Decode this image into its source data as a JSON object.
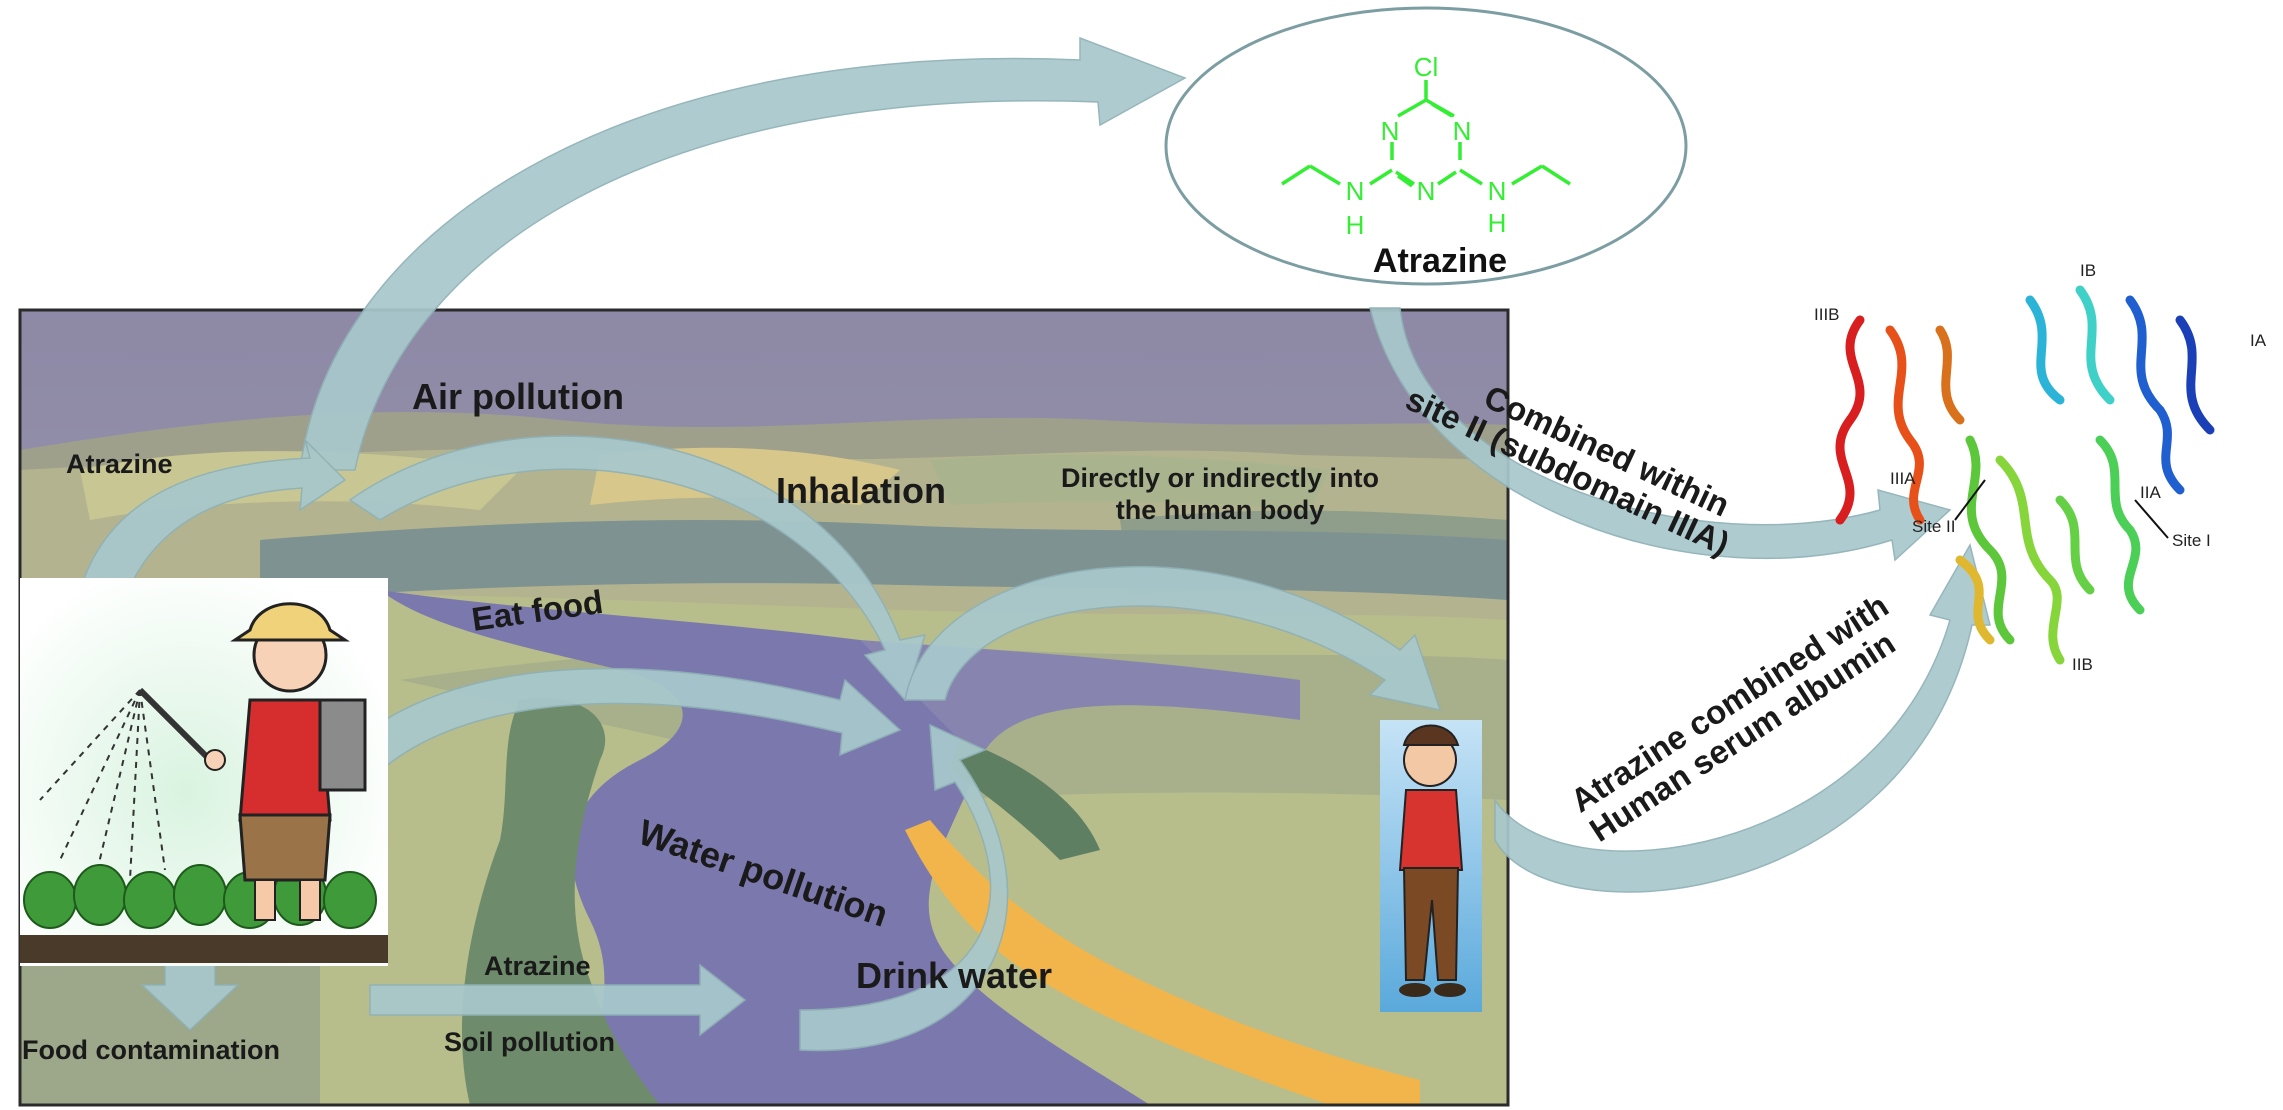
{
  "colors": {
    "sky": "#8a87a7",
    "far_hills": "#9d9f8a",
    "fields": "#b6b78f",
    "river": "#7b78ae",
    "bank": "#f0b54a",
    "arrow": "#a8c8cc",
    "molecule": "#33ee33"
  },
  "molecule": {
    "name": "Atrazine",
    "atoms": {
      "cl": "Cl",
      "n": "N",
      "h": "H"
    }
  },
  "labels": {
    "atrazine_left": "Atrazine",
    "air_pollution": "Air pollution",
    "inhalation": "Inhalation",
    "directly_line1": "Directly or indirectly into",
    "directly_line2": "the human body",
    "eat_food": "Eat food",
    "water_pollution": "Water pollution",
    "drink_water": "Drink water",
    "atrazine_bottom": "Atrazine",
    "soil_pollution": "Soil pollution",
    "food_contamination": "Food contamination",
    "combined_line1": "Combined within",
    "combined_line2": "site II (subdomain IIIA)",
    "hsa_line1": "Atrazine combined with",
    "hsa_line2": "Human serum albumin"
  },
  "protein": {
    "domains": [
      "IIIB",
      "IB",
      "IA",
      "IIIA",
      "IIA",
      "IIB"
    ],
    "sites": [
      "Site II",
      "Site I"
    ]
  }
}
